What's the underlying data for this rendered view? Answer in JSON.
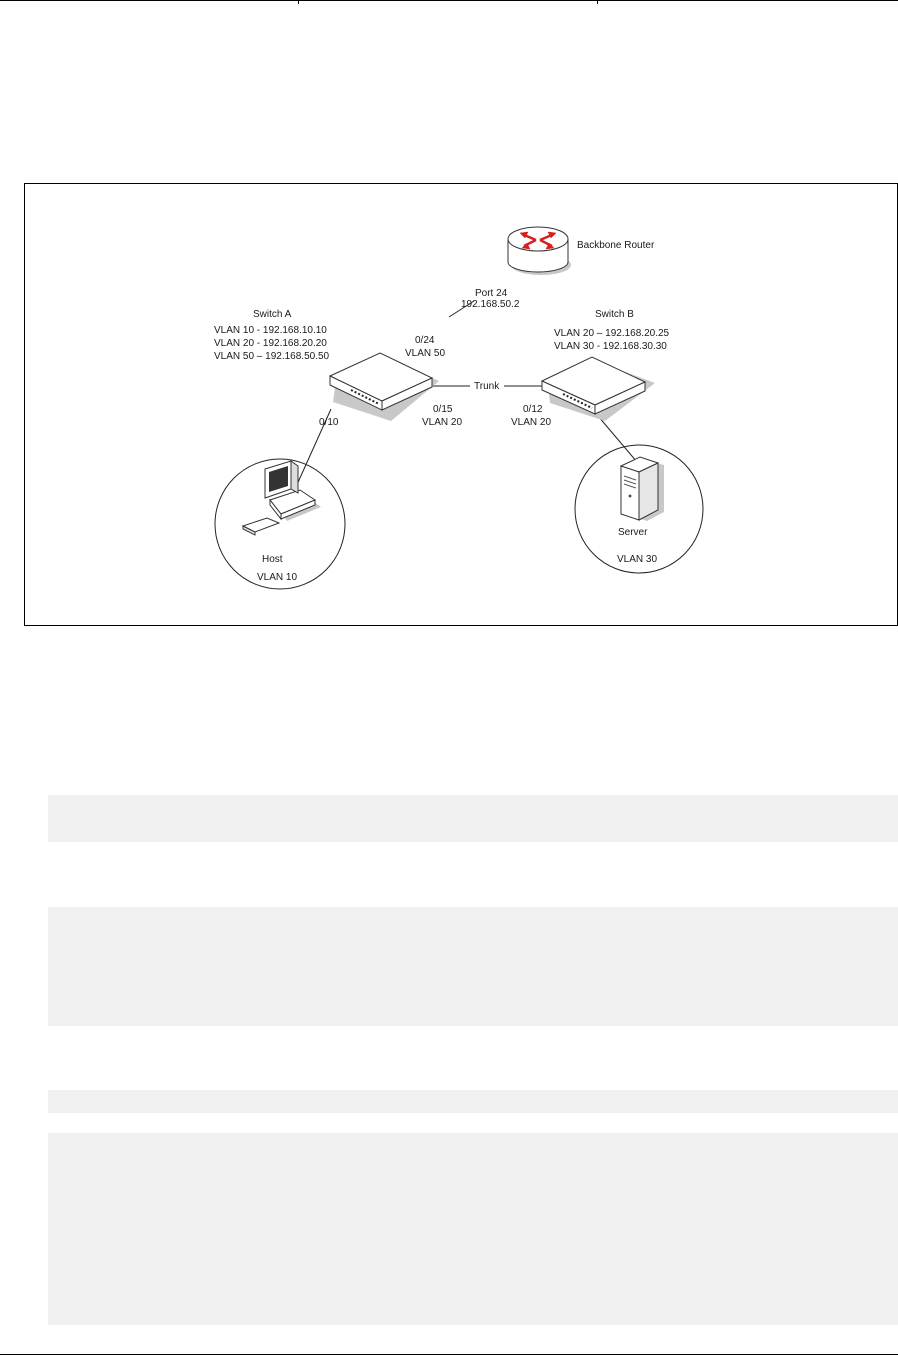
{
  "diagram": {
    "backbone_router": {
      "label": "Backbone Router"
    },
    "uplink": {
      "port": "Port 24",
      "ip": "192.168.50.2"
    },
    "switch_a": {
      "title": "Switch A",
      "vlans": [
        "VLAN 10 - 192.168.10.10",
        "VLAN 20 - 192.168.20.20",
        "VLAN 50 – 192.168.50.50"
      ],
      "uplink_port": "0/24",
      "uplink_vlan": "VLAN 50",
      "host_port": "0/10",
      "trunk_port": "0/15",
      "trunk_vlan": "VLAN 20"
    },
    "switch_b": {
      "title": "Switch B",
      "vlans": [
        "VLAN 20 – 192.168.20.25",
        "VLAN 30 - 192.168.30.30"
      ],
      "trunk_port": "0/12",
      "trunk_vlan": "VLAN 20"
    },
    "trunk": {
      "label": "Trunk"
    },
    "host": {
      "label": "Host",
      "vlan": "VLAN 10"
    },
    "server": {
      "label": "Server",
      "vlan": "VLAN 30"
    },
    "colors": {
      "router_arrows": "#d42020",
      "device_fill": "#ffffff",
      "shadow": "#c8c8c8",
      "code_bg": "#f0f0f0"
    }
  },
  "code_blocks": [
    "",
    "",
    "",
    ""
  ]
}
